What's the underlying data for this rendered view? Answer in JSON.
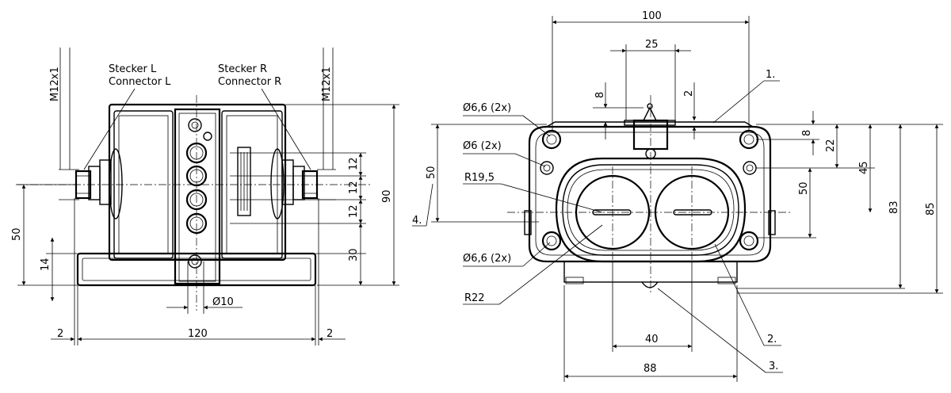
{
  "left_view": {
    "labels": {
      "stecker_l": "Stecker L",
      "connector_l": "Connector L",
      "stecker_r": "Stecker R",
      "connector_r": "Connector R"
    },
    "dimensions": {
      "thread_left": "M12x1",
      "thread_right": "M12x1",
      "height_90": "90",
      "height_50": "50",
      "height_14": "14",
      "height_30": "30",
      "spacing_12a": "12",
      "spacing_12b": "12",
      "spacing_12c": "12",
      "width_120": "120",
      "offset_2_left": "2",
      "offset_2_right": "2",
      "diameter_10": "Ø10"
    }
  },
  "right_view": {
    "dimensions": {
      "width_100": "100",
      "width_25": "25",
      "height_8_left": "8",
      "height_2": "2",
      "hole_6_6_top": "Ø6,6 (2x)",
      "hole_6": "Ø6 (2x)",
      "radius_19_5": "R19,5",
      "height_50_left": "50",
      "hole_6_6_bottom": "Ø6,6 (2x)",
      "radius_22": "R22",
      "height_8_right": "8",
      "height_22": "22",
      "height_45": "45",
      "height_50_right": "50",
      "height_83": "83",
      "height_85": "85",
      "width_40": "40",
      "width_88": "88"
    },
    "callouts": {
      "c1": "1.",
      "c2": "2.",
      "c3": "3.",
      "c4": "4."
    }
  }
}
